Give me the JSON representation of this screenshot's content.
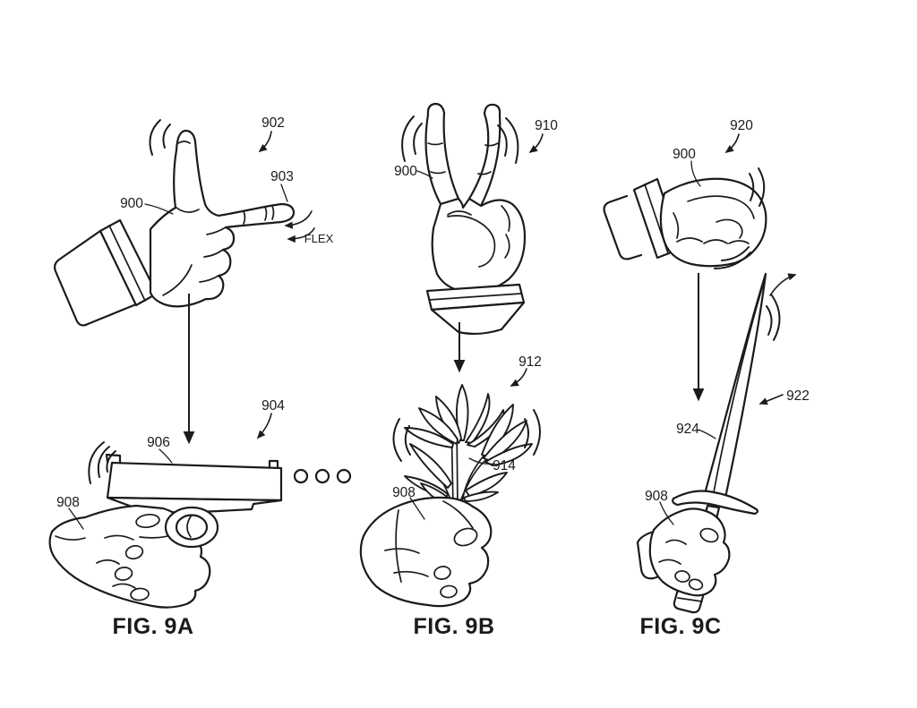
{
  "page": {
    "background": "#ffffff",
    "ink": "#1b1b1b"
  },
  "panels": [
    {
      "id": "9A",
      "caption": "FIG. 9A",
      "labels": {
        "hand": "900",
        "gesture": "902",
        "finger": "903",
        "flex": "FLEX",
        "object": "904",
        "slide": "906",
        "object_hand": "908"
      }
    },
    {
      "id": "9B",
      "caption": "FIG. 9B",
      "labels": {
        "hand": "900",
        "gesture": "910",
        "object": "912",
        "stems": "914",
        "object_hand": "908"
      }
    },
    {
      "id": "9C",
      "caption": "FIG. 9C",
      "labels": {
        "hand": "900",
        "gesture": "920",
        "object": "922",
        "blade": "924",
        "object_hand": "908"
      }
    }
  ]
}
